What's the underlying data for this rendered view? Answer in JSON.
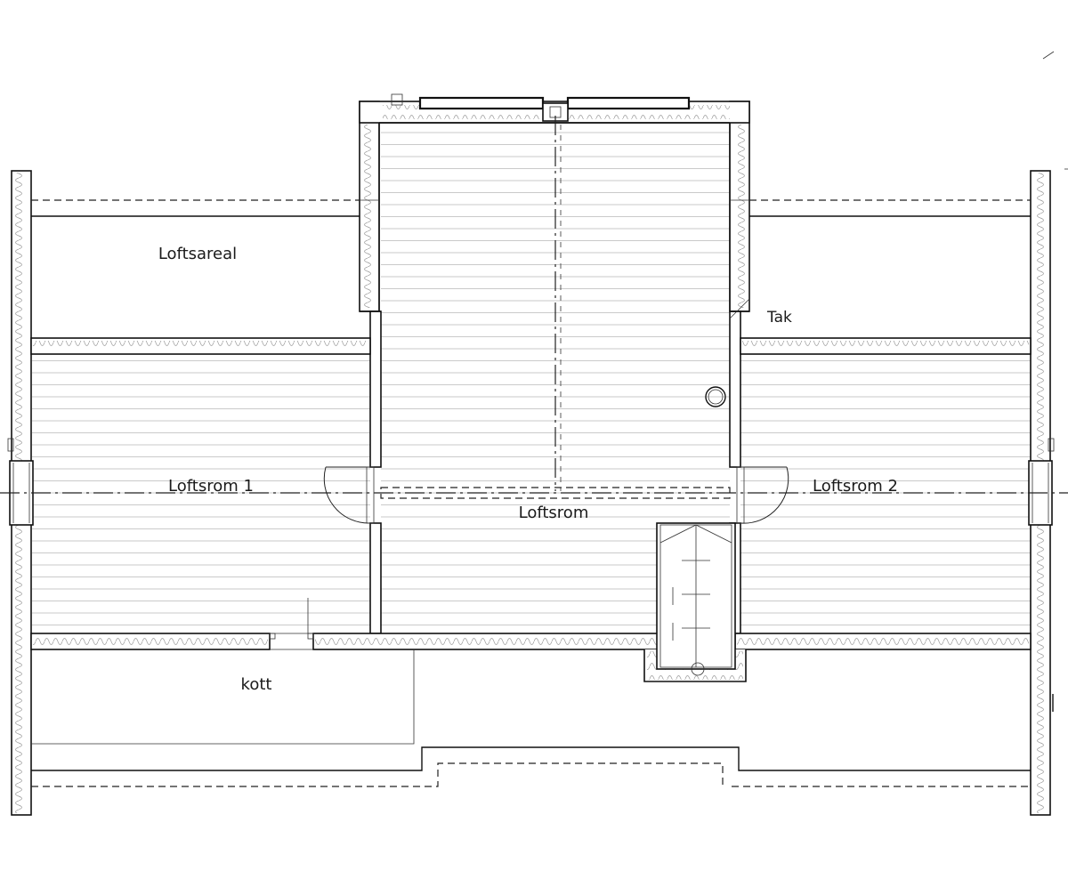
{
  "rooms": {
    "loftsareal": "Loftsareal",
    "tak": "Tak",
    "loftsrom_1": "Loftsrom 1",
    "loftsrom": "Loftsrom",
    "loftsrom_2": "Loftsrom 2",
    "kott": "kott"
  },
  "colors": {
    "line": "#111111",
    "fill_hatch": "#9a9a9a",
    "background": "#ffffff"
  }
}
